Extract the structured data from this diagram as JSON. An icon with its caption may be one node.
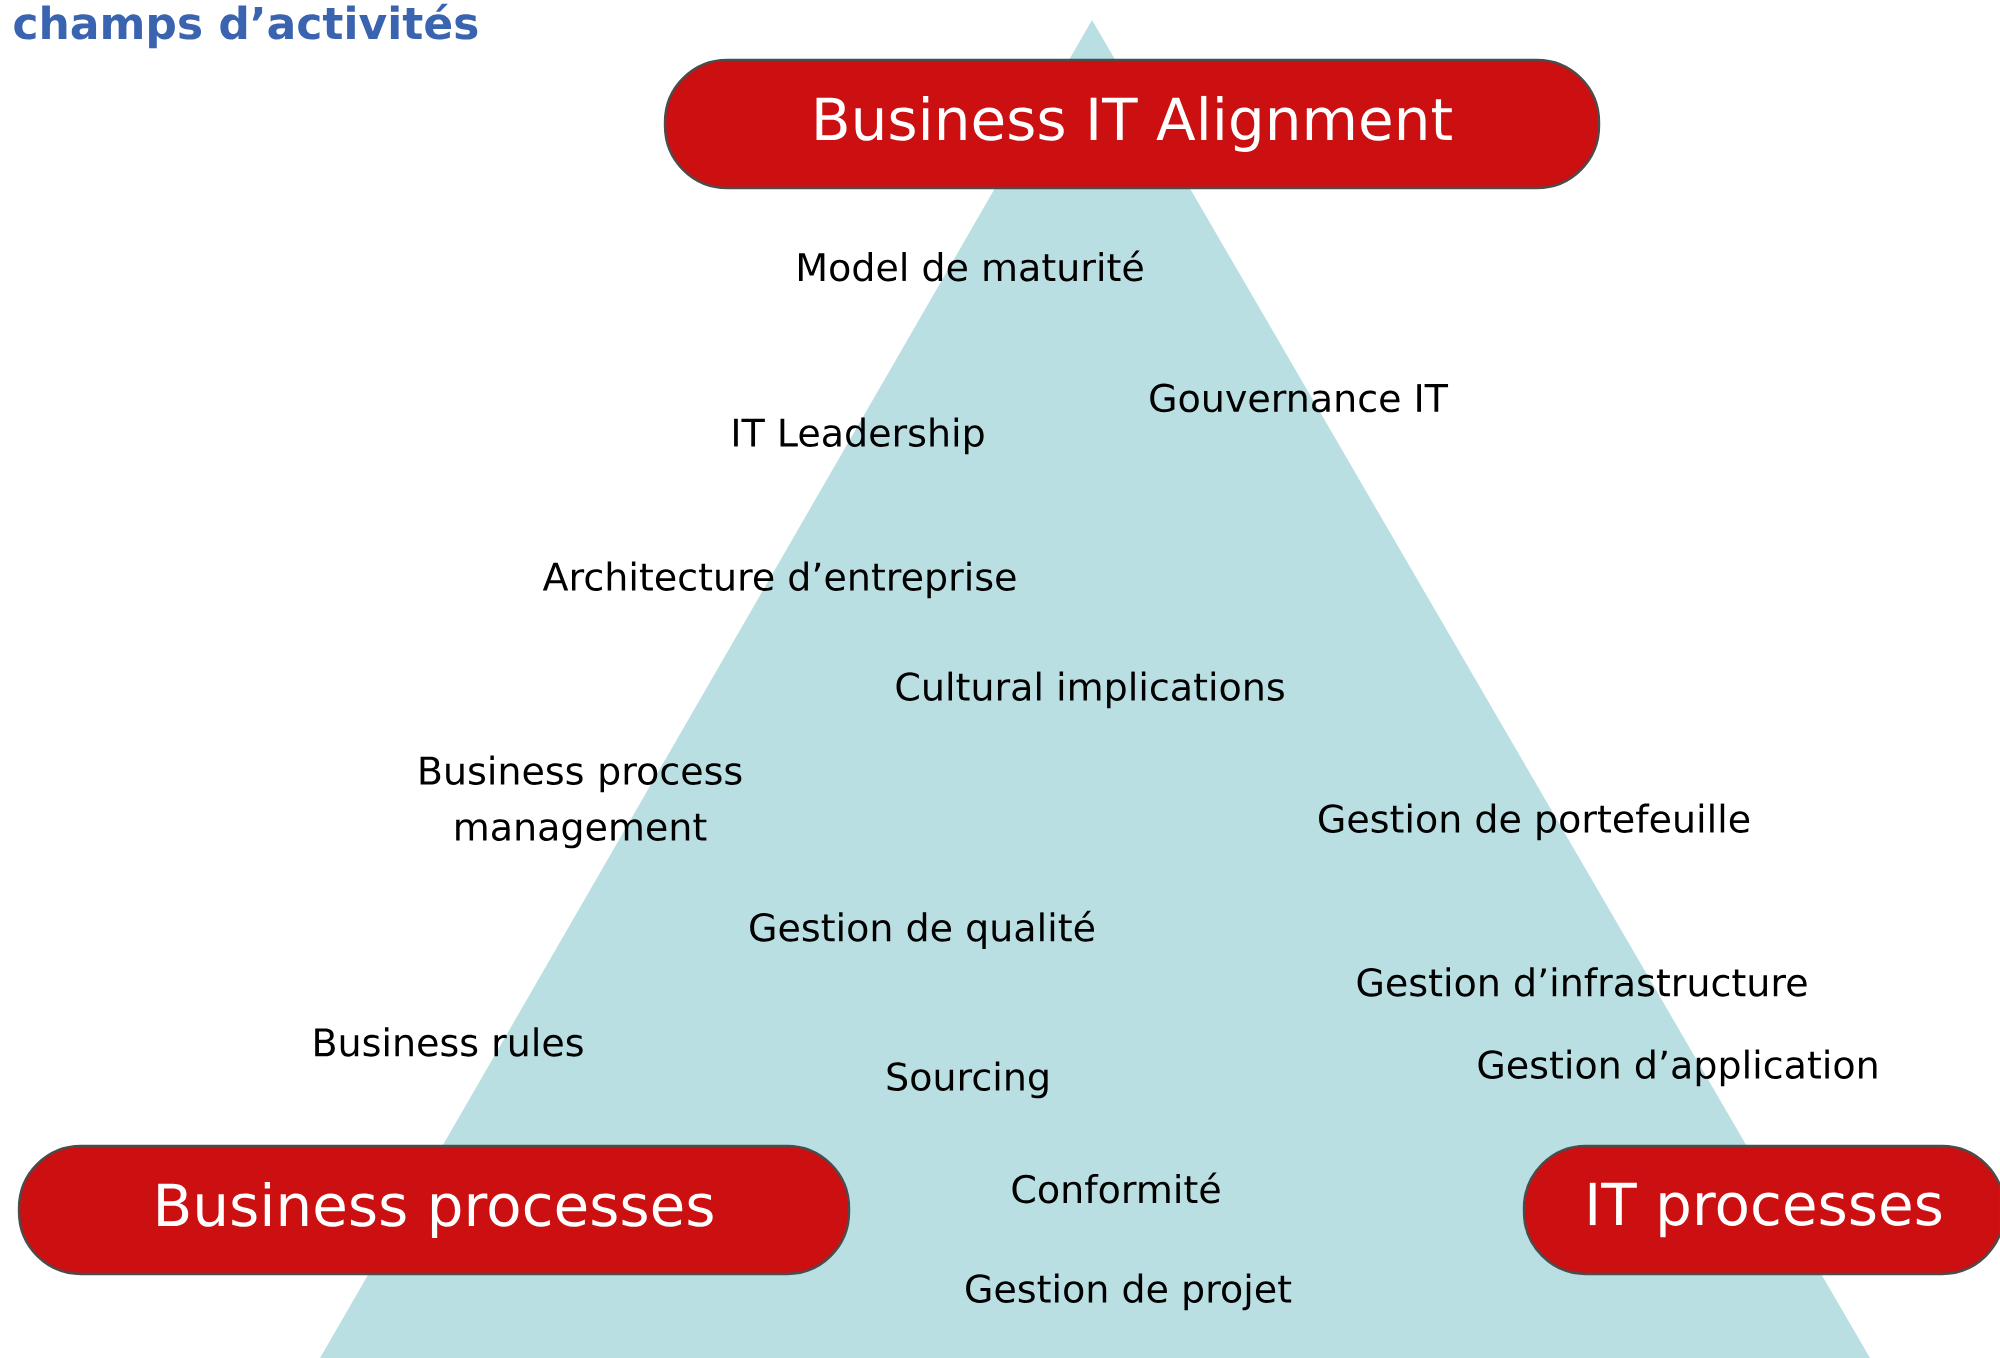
{
  "diagram": {
    "title": "champs d’activités",
    "nodes": [
      {
        "text": [
          "Business IT Alignment"
        ]
      },
      {
        "text": [
          "Business processes"
        ]
      },
      {
        "text": [
          "IT processes"
        ]
      }
    ],
    "labels": [
      "Model de maturité",
      "Gouvernance IT",
      "IT Leadership",
      "Architecture d’entreprise",
      "Cultural implications",
      "Business process management",
      "Gestion de portefeuille",
      "Gestion de qualité",
      "Gestion d’infrastructure",
      "Business rules",
      "Gestion d’application",
      "Sourcing",
      "Conformité",
      "Gestion de projet"
    ]
  }
}
